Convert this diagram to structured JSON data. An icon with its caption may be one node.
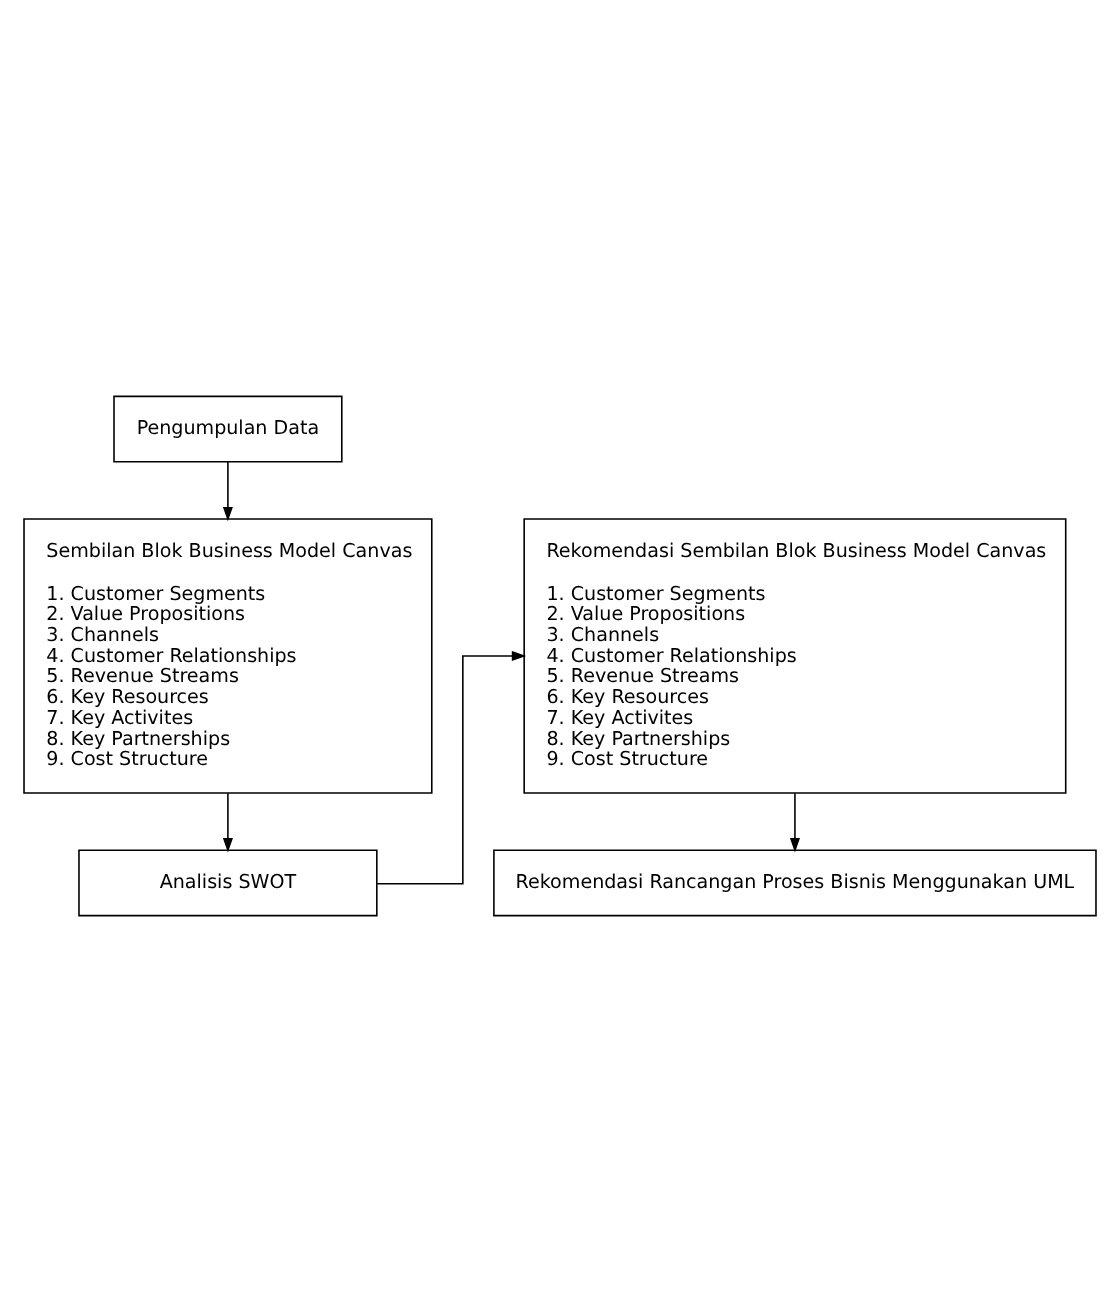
{
  "diagram": {
    "nodes": [
      {
        "text": [
          "Pengumpulan Data"
        ]
      },
      {
        "text": [
          "Sembilan Blok Business Model Canvas",
          "1. Customer Segments",
          "2. Value Propositions",
          "3. Channels",
          "4. Customer Relationships",
          "5. Revenue Streams",
          "6. Key Resources",
          "7. Key Activites",
          "8. Key Partnerships",
          "9. Cost Structure"
        ]
      },
      {
        "text": [
          "Analisis SWOT"
        ]
      },
      {
        "text": [
          "Rekomendasi Sembilan Blok Business Model Canvas",
          "1. Customer Segments",
          "2. Value Propositions",
          "3. Channels",
          "4. Customer Relationships",
          "5. Revenue Streams",
          "6. Key Resources",
          "7. Key Activites",
          "8. Key Partnerships",
          "9. Cost Structure"
        ]
      },
      {
        "text": [
          "Rekomendasi Rancangan Proses Bisnis Menggunakan UML"
        ]
      }
    ],
    "edges": [
      {
        "from": 0,
        "to": 1,
        "arrow": "to"
      },
      {
        "from": 1,
        "to": 2,
        "arrow": "to"
      },
      {
        "from": 2,
        "to": 3,
        "arrow": "to"
      },
      {
        "from": 3,
        "to": 4,
        "arrow": "to"
      }
    ]
  }
}
